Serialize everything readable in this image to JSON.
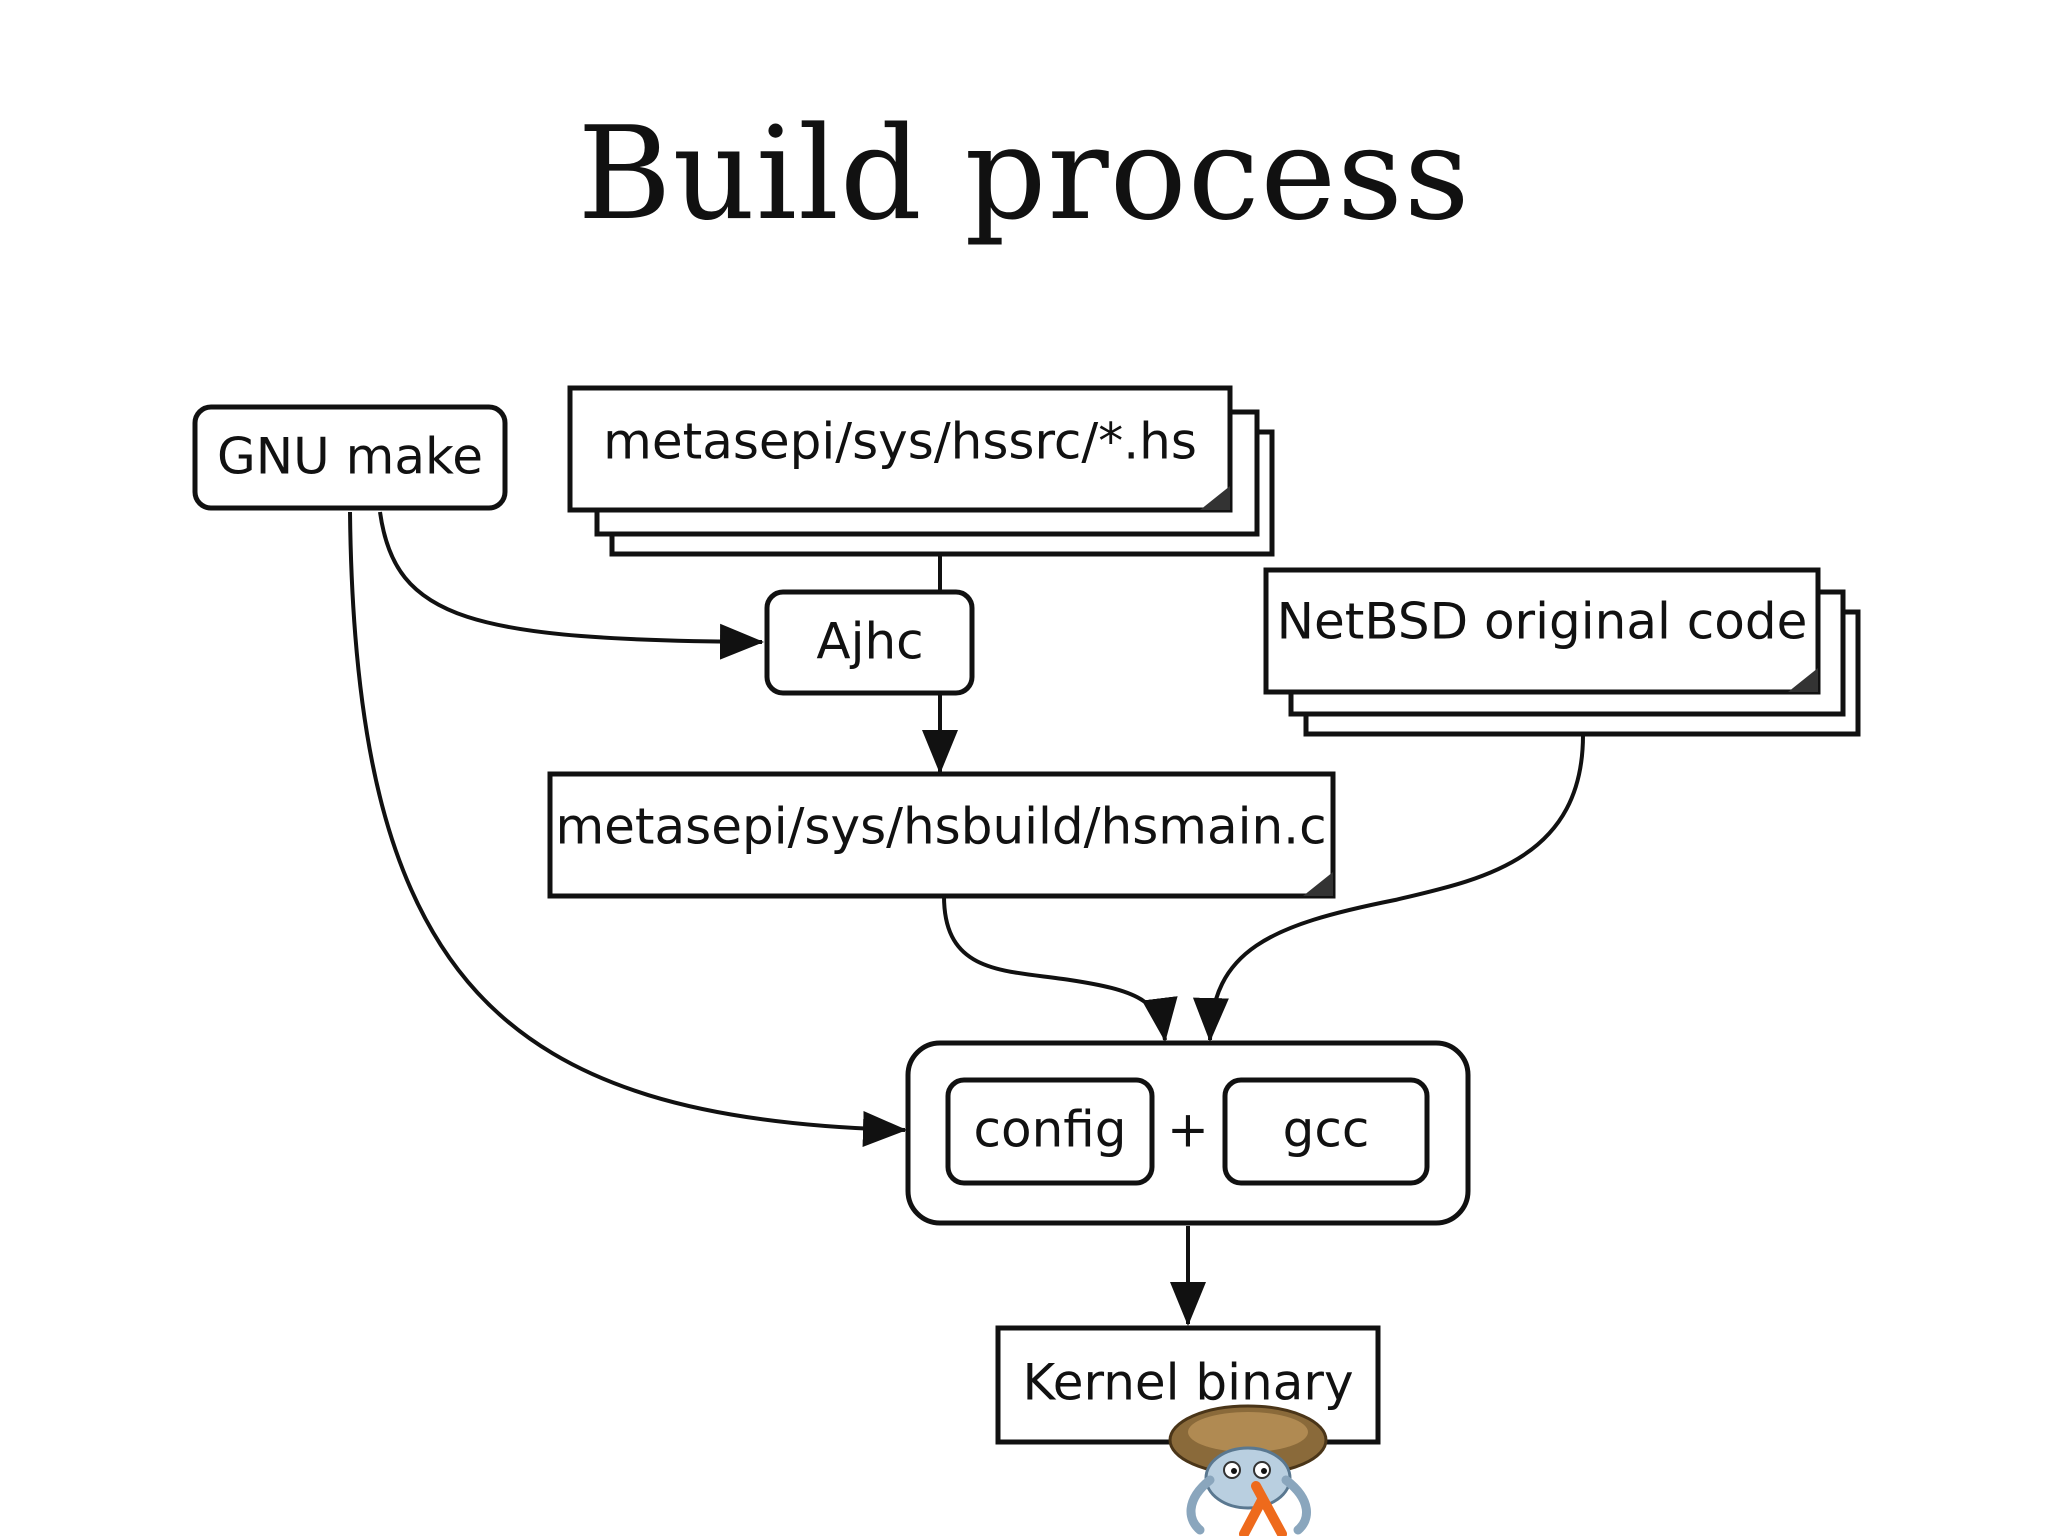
{
  "title": "Build process",
  "nodes": {
    "gnu_make": "GNU make",
    "hs_sources": "metasepi/sys/hssrc/*.hs",
    "ajhc": "Ajhc",
    "netbsd_code": "NetBSD original code",
    "hsmain": "metasepi/sys/hsbuild/hsmain.c",
    "config": "config",
    "plus": "+",
    "gcc": "gcc",
    "kernel": "Kernel binary"
  },
  "icons": {
    "mascot": "crab-lambda-mascot-icon"
  }
}
